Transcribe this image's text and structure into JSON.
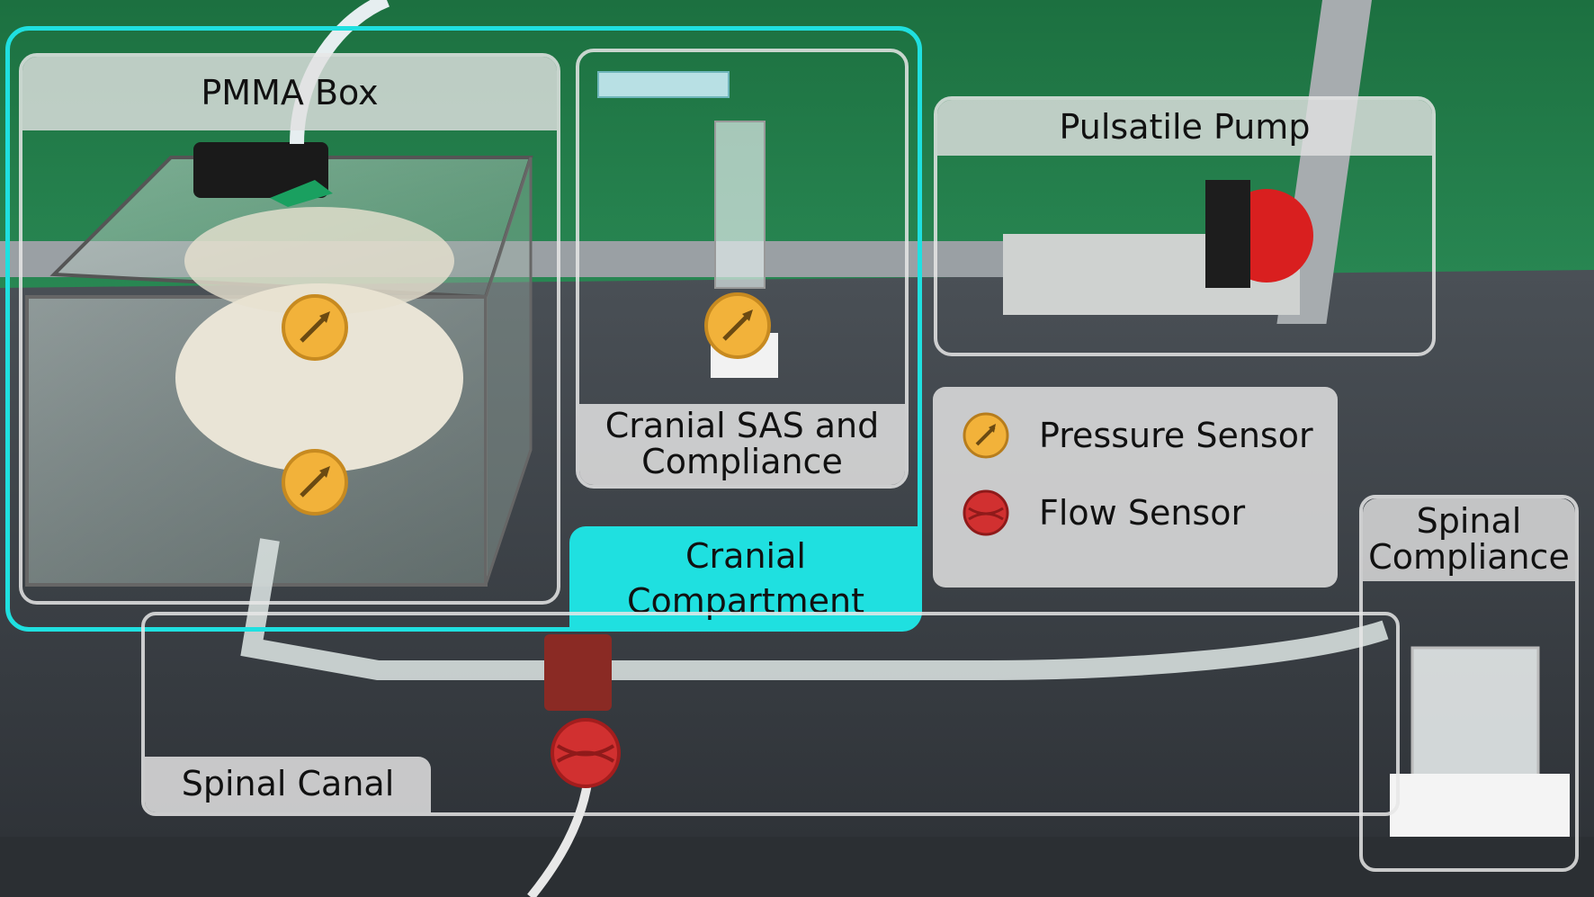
{
  "labels": {
    "pmma_box": "PMMA Box",
    "cranial_sas": "Cranial SAS and\nCompliance",
    "pulsatile_pump": "Pulsatile Pump",
    "cranial_compartment": "Cranial\nCompartment",
    "spinal_compliance": "Spinal\nCompliance",
    "spinal_canal": "Spinal Canal"
  },
  "legend": {
    "pressure_sensor": "Pressure Sensor",
    "flow_sensor": "Flow Sensor"
  },
  "colors": {
    "cranial_highlight": "#1fe0e0",
    "pressure_marker": "#f2b23a",
    "flow_marker": "#e03030",
    "backdrop_green": "#1e7a45",
    "bench_gray": "#3a3f44"
  },
  "icons": {
    "pressure": "gauge-arrow-icon",
    "flow": "ball-icon"
  }
}
